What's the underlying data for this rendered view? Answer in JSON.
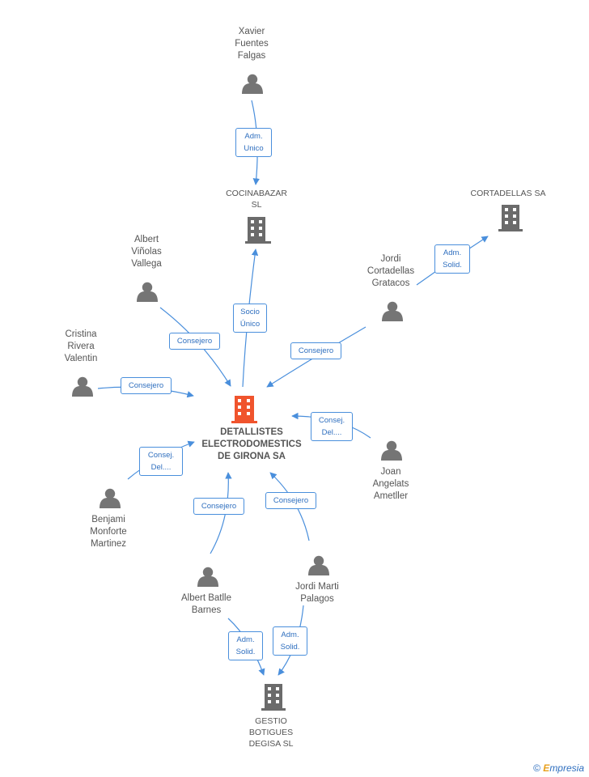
{
  "nodes": {
    "xavier": {
      "name": "Xavier\nFuentes\nFalgas",
      "kind": "person"
    },
    "cocinabazar": {
      "name": "COCINABAZAR\nSL",
      "kind": "company"
    },
    "cortadellas_sa": {
      "name": "CORTADELLAS SA",
      "kind": "company"
    },
    "albert_vinolas": {
      "name": "Albert\nViñolas\nVallega",
      "kind": "person"
    },
    "jordi_cortadellas": {
      "name": "Jordi\nCortadellas\nGratacos",
      "kind": "person"
    },
    "cristina": {
      "name": "Cristina\nRivera\nValentin",
      "kind": "person"
    },
    "center": {
      "name": "DETALLISTES\nELECTRODOMESTICS\nDE GIRONA SA",
      "kind": "company-main"
    },
    "joan": {
      "name": "Joan\nAngelats\nAmetller",
      "kind": "person"
    },
    "benjami": {
      "name": "Benjami\nMonforte\nMartinez",
      "kind": "person"
    },
    "albert_batlle": {
      "name": "Albert Batlle\nBarnes",
      "kind": "person"
    },
    "jordi_marti": {
      "name": "Jordi Marti\nPalagos",
      "kind": "person"
    },
    "gestio": {
      "name": "GESTIO\nBOTIGUES\nDEGISA SL",
      "kind": "company"
    }
  },
  "relations": {
    "xavier_cocinabazar": [
      "Adm.",
      "Unico"
    ],
    "cocinabazar_center": [
      "Socio",
      "Único"
    ],
    "jordi_cortadellas_sa": [
      "Adm.",
      "Solid."
    ],
    "albert_vinolas_center": [
      "Consejero"
    ],
    "jordi_cortadellas_center": [
      "Consejero"
    ],
    "cristina_center": [
      "Consejero"
    ],
    "joan_center": [
      "Consej.",
      "Del...."
    ],
    "benjami_center": [
      "Consej.",
      "Del...."
    ],
    "albert_batlle_center": [
      "Consejero"
    ],
    "jordi_marti_center": [
      "Consejero"
    ],
    "albert_batlle_gestio": [
      "Adm.",
      "Solid."
    ],
    "jordi_marti_gestio": [
      "Adm.",
      "Solid."
    ]
  },
  "colors": {
    "person_icon": "#757575",
    "company_icon": "#6b6b6b",
    "main_company_icon": "#f0542d",
    "edge": "#4a8fdc",
    "relation_text": "#2f6fbf"
  },
  "footer": {
    "copyright": "©",
    "brand_initial": "E",
    "brand_rest": "mpresia"
  }
}
